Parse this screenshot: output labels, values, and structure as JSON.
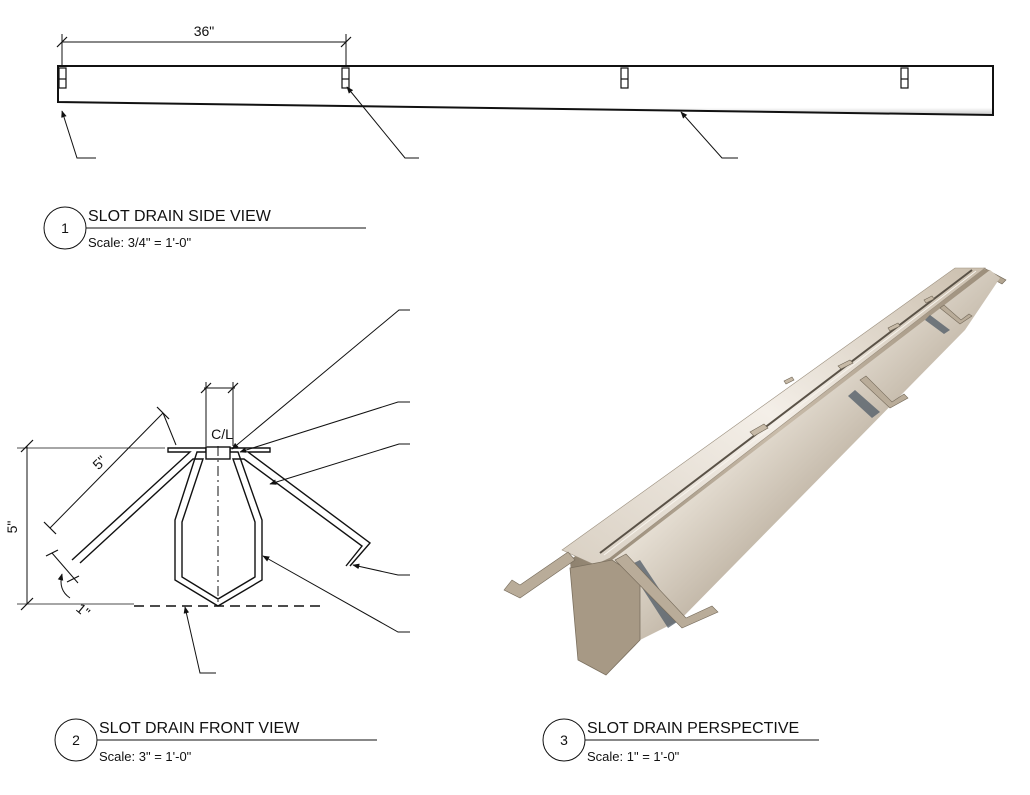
{
  "views": [
    {
      "number": "1",
      "title": "SLOT DRAIN SIDE VIEW",
      "scale": "Scale: 3/4\" = 1'-0\""
    },
    {
      "number": "2",
      "title": "SLOT DRAIN FRONT VIEW",
      "scale": "Scale: 3\" = 1'-0\""
    },
    {
      "number": "3",
      "title": "SLOT DRAIN PERSPECTIVE",
      "scale": "Scale: 1\" = 1'-0\""
    }
  ],
  "dimensions": {
    "side_spacing": "36\"",
    "leg_length": "5\"",
    "height": "5\"",
    "lip": "1\"",
    "centerline": "C/L"
  }
}
